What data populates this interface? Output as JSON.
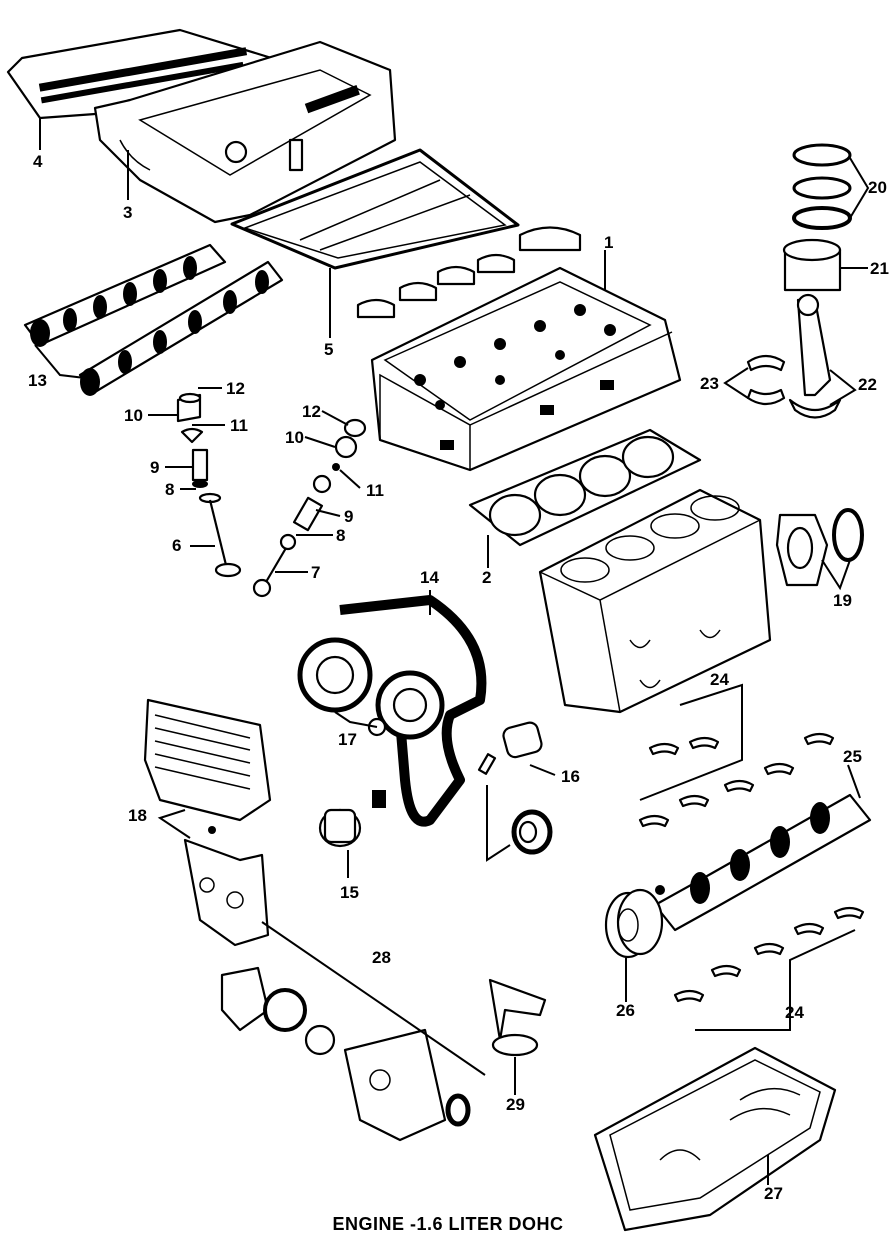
{
  "caption": "ENGINE -1.6 LITER DOHC",
  "callouts": {
    "c1": "1",
    "c2": "2",
    "c3": "3",
    "c4": "4",
    "c5": "5",
    "c6": "6",
    "c7": "7",
    "c8a": "8",
    "c8b": "8",
    "c9a": "9",
    "c9b": "9",
    "c10a": "10",
    "c10b": "10",
    "c11a": "11",
    "c11b": "11",
    "c12a": "12",
    "c12b": "12",
    "c13": "13",
    "c14": "14",
    "c15": "15",
    "c16": "16",
    "c17": "17",
    "c18": "18",
    "c19": "19",
    "c20": "20",
    "c21": "21",
    "c22": "22",
    "c23": "23",
    "c24a": "24",
    "c24b": "24",
    "c25": "25",
    "c26": "26",
    "c27": "27",
    "c28": "28",
    "c29": "29"
  }
}
